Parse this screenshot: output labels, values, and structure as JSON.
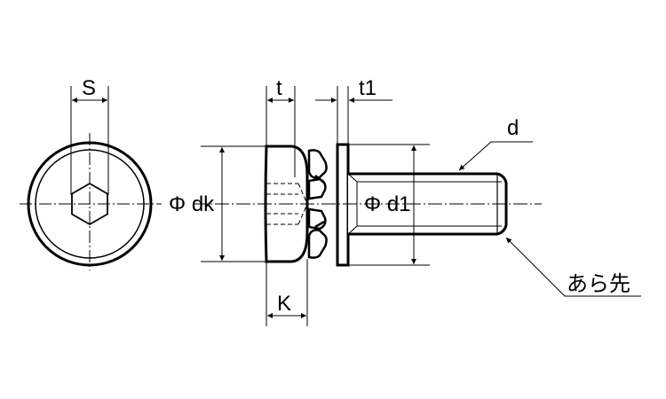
{
  "labels": {
    "s": "S",
    "t": "t",
    "t1": "t1",
    "d": "d",
    "phi_dk": "Φ dk",
    "phi_d1": "Φ d1",
    "k": "K",
    "thread_end": "あら先"
  },
  "colors": {
    "line": "#000000",
    "background": "#ffffff"
  }
}
